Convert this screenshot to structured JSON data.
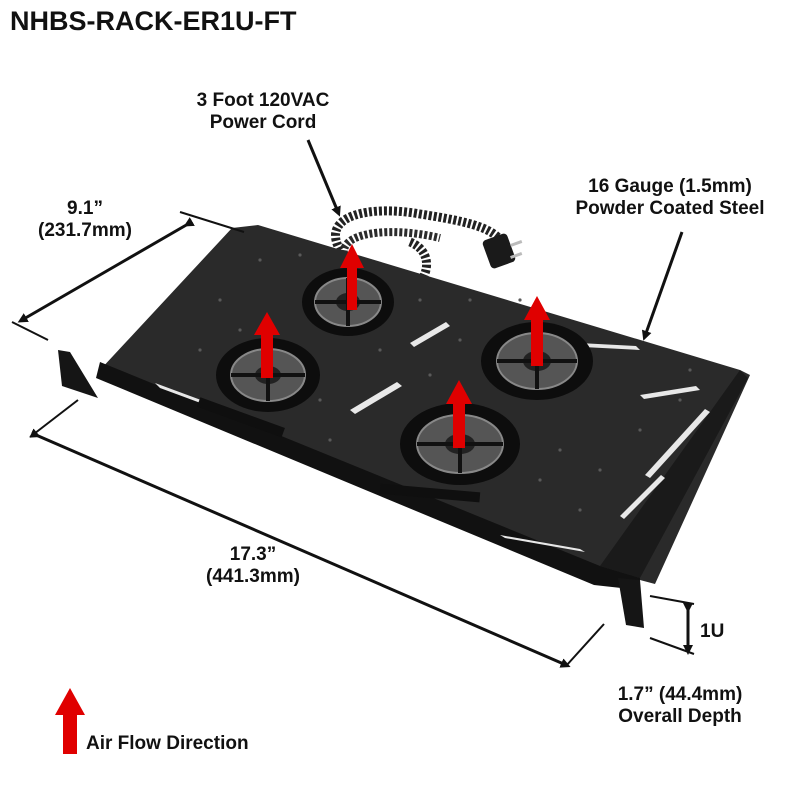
{
  "title": "NHBS-RACK-ER1U-FT",
  "callouts": {
    "power_cord": [
      "3 Foot 120VAC",
      "Power Cord"
    ],
    "tray_depth": [
      "9.1”",
      "(231.7mm)"
    ],
    "material": [
      "16 Gauge (1.5mm)",
      "Powder Coated Steel"
    ],
    "tray_width": [
      "17.3”",
      "(441.3mm)"
    ],
    "rack_units": "1U",
    "overall_depth": [
      "1.7” (44.4mm)",
      "Overall Depth"
    ]
  },
  "legend": {
    "label": "Air Flow Direction",
    "icon": "red-up-arrow-icon"
  },
  "colors": {
    "arrow": "#e00000",
    "tray": "#1c1c1c",
    "text": "#111111"
  }
}
